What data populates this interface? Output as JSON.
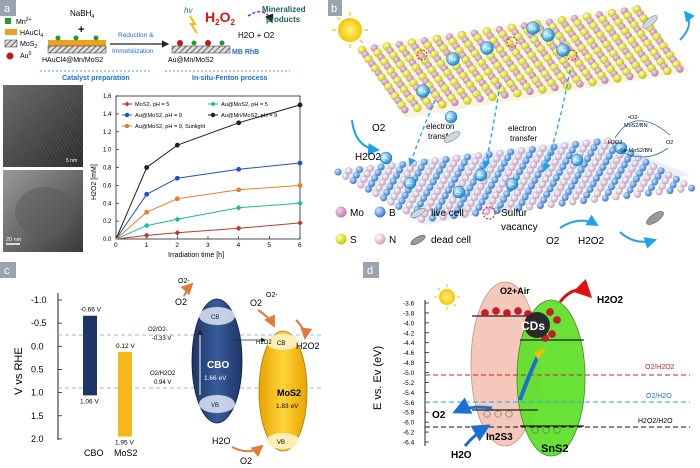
{
  "panel_a": {
    "letter": "a",
    "legend": {
      "mn": "Mn",
      "mn_sup": "2+",
      "hauc": "HAuCl",
      "hauc_sub": "4",
      "mos": "MoS",
      "mos_sub": "2",
      "au": "Au",
      "au_sup": "0"
    },
    "reagent": "NaBH",
    "reagent_sub": "4",
    "plus": "+",
    "reduction_label_1": "Reduction &",
    "reduction_label_2": "Immobilization",
    "layer_left": "HAuCl4@Mn/MoS2",
    "layer_right": "Au@Mn/MoS2",
    "hv": "hv",
    "h2o2": "H",
    "h2o2_2": "O",
    "mineralized_1": "Mineralized",
    "mineralized_2": "products",
    "h2o_o2": "H2O + O2",
    "mb_rhb": "MB RhB",
    "catalyst_prep": "Catalyst preparation",
    "fenton": "In-situ-Fenton process",
    "scale_top": "5 nm",
    "scale_bottom": "20 nm",
    "chart": {
      "ylabel": "H2O2 [mM]",
      "xlabel": "Irradiation time [h]",
      "legend": [
        "MoS2, pH = 5",
        "Au@MoS2, pH = 5",
        "Au@MoS2, pH = 9",
        "Au@Mn/MoS2, pH = 9",
        "Au@MoS2, pH = 9, Sunlight"
      ]
    }
  },
  "chart_data": {
    "type": "line",
    "title": "",
    "xlabel": "Irradiation time [h]",
    "ylabel": "H2O2 [mM]",
    "xlim": [
      0,
      6
    ],
    "ylim": [
      0,
      1.6
    ],
    "xticks": [
      "0",
      "1",
      "2",
      "3",
      "4",
      "5",
      "6"
    ],
    "yticks": [
      "0.0",
      "0.2",
      "0.4",
      "0.6",
      "0.8",
      "1.0",
      "1.2",
      "1.4",
      "1.6"
    ],
    "x": [
      0,
      1,
      2,
      4,
      6
    ],
    "series": [
      {
        "name": "MoS2, pH = 5",
        "values": [
          0,
          0.04,
          0.07,
          0.12,
          0.18
        ],
        "color": "#c0392b",
        "marker": "diamond"
      },
      {
        "name": "Au@MoS2, pH = 5",
        "values": [
          0,
          0.15,
          0.22,
          0.35,
          0.4
        ],
        "color": "#1abc9c",
        "marker": "diamond"
      },
      {
        "name": "Au@MoS2, pH = 9",
        "values": [
          0,
          0.5,
          0.68,
          0.78,
          0.85
        ],
        "color": "#2050d0",
        "marker": "circle"
      },
      {
        "name": "Au@Mn/MoS2, pH = 9",
        "values": [
          0,
          0.8,
          1.05,
          1.3,
          1.5
        ],
        "color": "#202020",
        "marker": "circle"
      },
      {
        "name": "Au@MoS2, pH = 9, Sunlight",
        "values": [
          0,
          0.3,
          0.45,
          0.55,
          0.6
        ],
        "color": "#e67e22",
        "marker": "circle"
      }
    ]
  },
  "panel_b": {
    "letter": "b",
    "holes": [
      "h+",
      "h+",
      "h+",
      "h+",
      "h+",
      "h+"
    ],
    "electrons": [
      "e-",
      "e-",
      "e-",
      "e-",
      "e-",
      "e-",
      "e-",
      "e-"
    ],
    "o2_left": "O2",
    "h2o2_left": "H2O2",
    "transfer_1a": "electron",
    "transfer_1b": "transfer",
    "transfer_2a": "electron",
    "transfer_2b": "transfer",
    "inset_1": "•O2-",
    "inset_2": "MoS2/BN",
    "inset_3": "H2O2",
    "inset_4": "O2",
    "inset_5": "Se-MoS2/BN",
    "o2_right": "O2",
    "h2o2_right": "H2O2",
    "legend": {
      "mo": "Mo",
      "b": "B",
      "s": "S",
      "n": "N",
      "live": "live cell",
      "dead": "dead cell",
      "vac1": "Sulfur",
      "vac2": "vacancy"
    }
  },
  "panel_c": {
    "letter": "c",
    "ylabel": "V vs RHE",
    "yticks": [
      "-1.0",
      "-0.5",
      "0.0",
      "0.5",
      "1.0",
      "1.5",
      "2.0"
    ],
    "cbo_top": "-0.66 V",
    "cbo_bottom": "1.06 V",
    "mos2_top": "0.12 V",
    "mos2_bottom": "1.95 V",
    "cbo_label": "CBO",
    "mos2_label": "MoS2",
    "o2_o2_1": "O2/O2-",
    "o2_o2_2": "-0.33 V",
    "o2_h2o2_1": "O2/H2O2",
    "o2_h2o2_2": "0.94 V",
    "o2_left": "O2",
    "o2_rad_left": "O2-",
    "o2_mid": "O2",
    "o2_rad_right": "O2-",
    "h2o2_mid": "H2O2",
    "h2o2_right": "H2O2",
    "cb1": "CB",
    "vb1": "VB",
    "cbo_band": "CBO",
    "cbo_gap": "1.66 eV",
    "cb2": "CB",
    "vb2": "VB",
    "mos_band": "MoS2",
    "mos_gap": "1.83 eV",
    "h2o": "H2O",
    "o2_bottom": "O2"
  },
  "panel_d": {
    "letter": "d",
    "ylabel": "E vs. Ev (eV)",
    "yticks": [
      "-3.6",
      "-3.8",
      "-4.0",
      "-4.2",
      "-4.4",
      "-4.6",
      "-4.8",
      "-5.0",
      "-5.2",
      "-5.4",
      "-5.6",
      "-5.8",
      "-6.0",
      "-6.2",
      "-6.4"
    ],
    "o2_air": "O2+Air",
    "h2o2_top": "H2O2",
    "cds": "CDs",
    "ref_1": "O2/H2O2",
    "ref_2": "O2/H2O",
    "ref_3": "H2O2/H2O",
    "o2_left": "O2",
    "in2s3": "In2S3",
    "h2o_bottom": "H2O",
    "sns2": "SnS2"
  }
}
